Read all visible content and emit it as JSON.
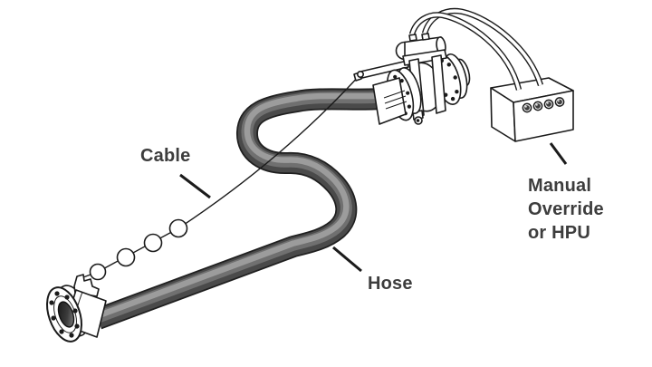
{
  "labels": {
    "cable": "Cable",
    "hose": "Hose",
    "manual_override": "Manual\nOverride\nor HPU"
  },
  "colors": {
    "background": "#ffffff",
    "line": "#1b1b1b",
    "text": "#3d3d3d",
    "hose_dark": "#1f1f1f",
    "hose_base": "#4a4a4a",
    "hose_mid": "#707070",
    "hose_highlight": "#9c9c9c"
  }
}
